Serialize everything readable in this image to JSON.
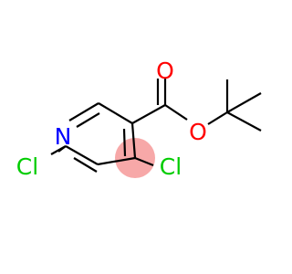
{
  "molecule": {
    "atoms": {
      "n": "N",
      "o_carbonyl": "O",
      "o_ester": "O",
      "cl_2": "Cl",
      "cl_4": "Cl"
    },
    "colors": {
      "bond": "#000000",
      "nitrogen": "#0000ff",
      "oxygen": "#ff0000",
      "chlorine": "#00cc00",
      "highlight": "#f7a8a8"
    }
  }
}
